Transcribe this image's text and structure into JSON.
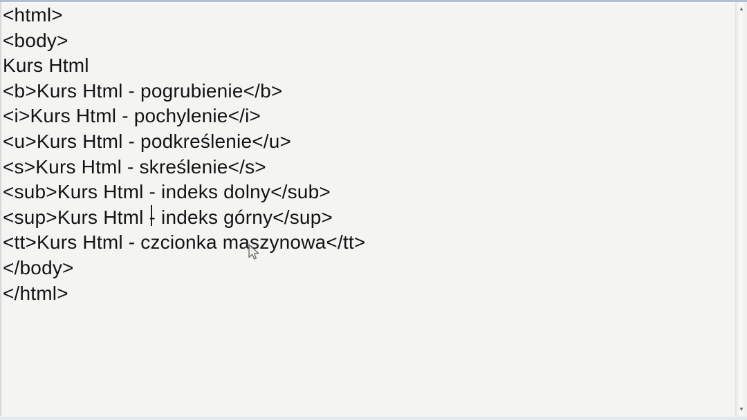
{
  "editor": {
    "lines": [
      "<html>",
      "<body>",
      "Kurs Html",
      "<b>Kurs Html - pogrubienie</b>",
      "<i>Kurs Html - pochylenie</i>",
      "<u>Kurs Html - podkreślenie</u>",
      "<s>Kurs Html - skreślenie</s>",
      "<sub>Kurs Html - indeks dolny</sub>",
      "<sup>Kurs Html - indeks górny</sup>",
      "<tt>Kurs Html - czcionka maszynowa</tt>",
      "</body>",
      "</html>"
    ],
    "text_color": "#131313",
    "background_color": "#f4f4f2",
    "caret_line": 9,
    "caret_after_text": "<sup>Kurs Html - i"
  },
  "scrollbar": {
    "up_icon": "▲",
    "down_icon": "▼"
  },
  "window": {
    "top_edge_color": "#b2bfca"
  }
}
